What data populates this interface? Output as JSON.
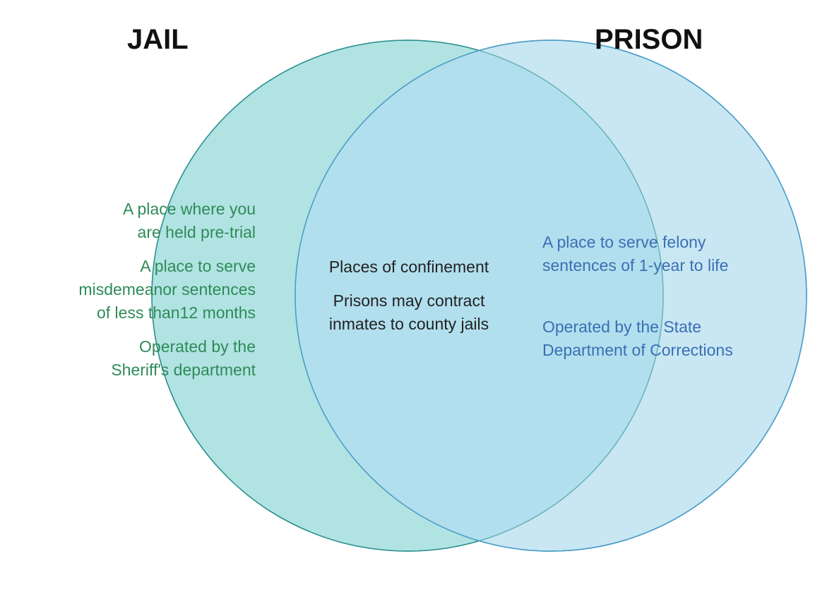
{
  "titles": {
    "left": "JAIL",
    "right": "PRISON"
  },
  "colors": {
    "left_fill": "#b1e3e3",
    "left_stroke": "#2b8f8f",
    "right_fill": "#c8e7f3",
    "right_stroke": "#4a9cc8",
    "overlap_fill": "#b2dfee",
    "left_text": "#2e8b57",
    "middle_text": "#222222",
    "right_text": "#3a6fb5"
  },
  "left": {
    "items": [
      {
        "lines": [
          "A place where you",
          "are held pre-trial"
        ]
      },
      {
        "lines": [
          "A place to serve",
          "misdemeanor sentences",
          "of less than12 months"
        ]
      },
      {
        "lines": [
          "Operated by the",
          "Sheriff's department"
        ]
      }
    ]
  },
  "middle": {
    "items": [
      {
        "lines": [
          "Places of confinement"
        ]
      },
      {
        "lines": [
          "Prisons may contract",
          "inmates to county jails"
        ]
      }
    ]
  },
  "right": {
    "items": [
      {
        "lines": [
          "A place to serve felony",
          "sentences of 1-year to life"
        ]
      },
      {
        "lines": [
          "Operated by the State",
          "Department of Corrections"
        ]
      }
    ]
  }
}
